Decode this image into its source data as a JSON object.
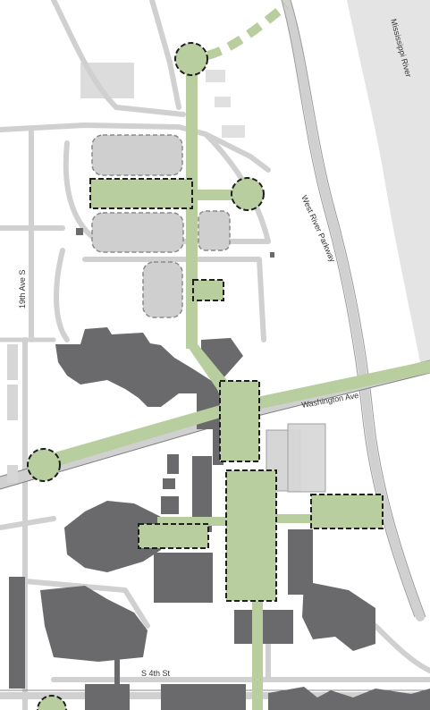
{
  "map": {
    "labels": {
      "river": "Mississippi River",
      "parkway": "West River Parkway",
      "avenue": "Washington Ave",
      "street_19th": "19th Ave S",
      "street_4th": "S 4th St"
    },
    "colors": {
      "river": "#e4e4e4",
      "green_network": "#b8ce9f",
      "building": "#6a6a6c",
      "parking": "#cfcfcf",
      "road": "#d0d0d0"
    }
  }
}
